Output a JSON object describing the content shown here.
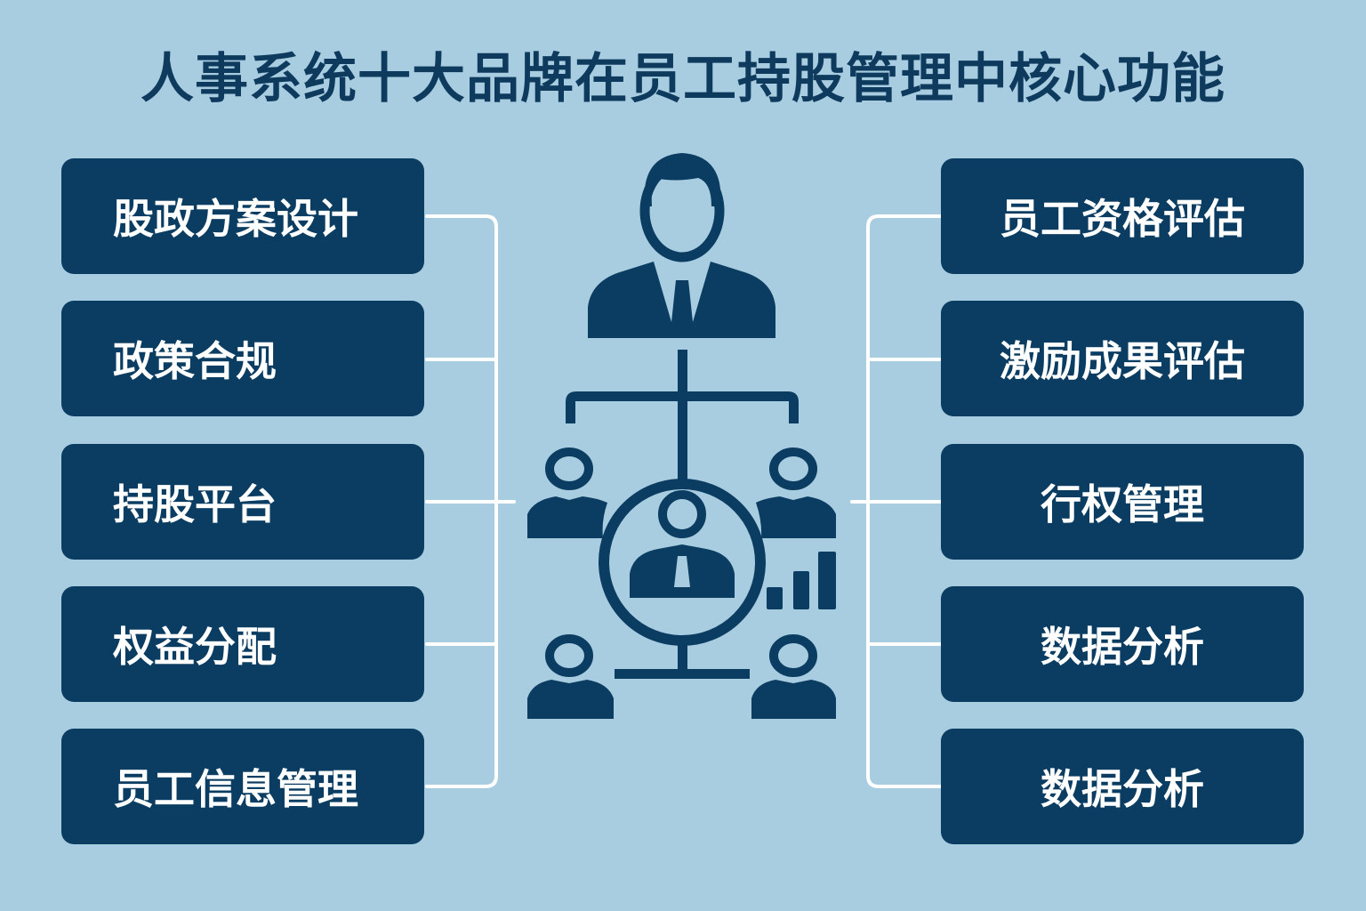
{
  "title": "人事系统十大品牌在员工持股管理中核心功能",
  "left_items": [
    "股政方案设计",
    "政策合规",
    "持股平台",
    "权益分配",
    "员工信息管理"
  ],
  "right_items": [
    "员工资格评估",
    "激励成果评估",
    "行权管理",
    "数据分析",
    "数据分析"
  ],
  "colors": {
    "background": "#a9cde0",
    "box": "#0b3c61",
    "connector": "#ffffff",
    "icon": "#0b3c61"
  }
}
